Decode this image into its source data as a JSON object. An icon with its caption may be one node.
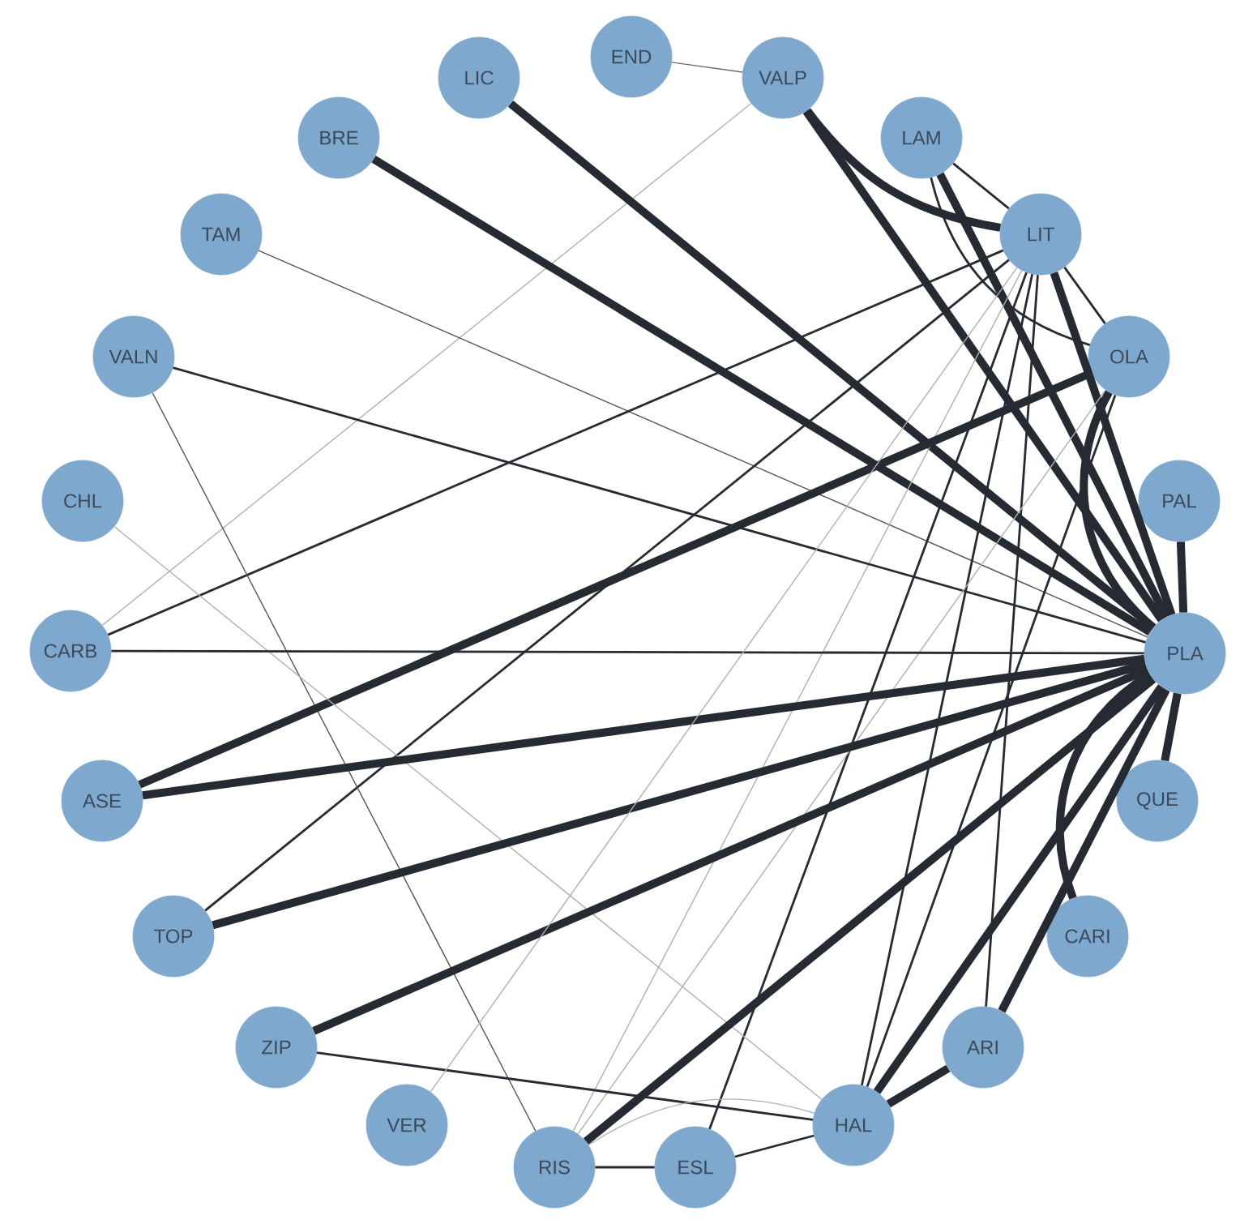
{
  "diagram": {
    "nodes": [
      {
        "text": [
          "END"
        ]
      },
      {
        "text": [
          "VALP"
        ]
      },
      {
        "text": [
          "LIC"
        ]
      },
      {
        "text": [
          "LAM"
        ]
      },
      {
        "text": [
          "BRE"
        ]
      },
      {
        "text": [
          "TAM"
        ]
      },
      {
        "text": [
          "LIT"
        ]
      },
      {
        "text": [
          "VALN"
        ]
      },
      {
        "text": [
          "OLA"
        ]
      },
      {
        "text": [
          "CHL"
        ]
      },
      {
        "text": [
          "PAL"
        ]
      },
      {
        "text": [
          "CARB"
        ]
      },
      {
        "text": [
          "PLA"
        ]
      },
      {
        "text": [
          "ASE"
        ]
      },
      {
        "text": [
          "QUE"
        ]
      },
      {
        "text": [
          "TOP"
        ]
      },
      {
        "text": [
          "CARI"
        ]
      },
      {
        "text": [
          "ZIP"
        ]
      },
      {
        "text": [
          "ARI"
        ]
      },
      {
        "text": [
          "VER"
        ]
      },
      {
        "text": [
          "HAL"
        ]
      },
      {
        "text": [
          "RIS"
        ]
      },
      {
        "text": [
          "ESL"
        ]
      }
    ],
    "edges": [
      {
        "from": 0,
        "to": 1,
        "arrow": "none",
        "color": "#6b6b6b"
      },
      {
        "from": 1,
        "to": 12,
        "arrow": "none",
        "style": "thick"
      },
      {
        "from": 1,
        "to": 6,
        "arrow": "none",
        "style": "thick"
      },
      {
        "from": 1,
        "to": 11,
        "arrow": "none",
        "color": "#b0b0b0"
      },
      {
        "from": 2,
        "to": 12,
        "arrow": "none",
        "style": "thick"
      },
      {
        "from": 3,
        "to": 12,
        "arrow": "none",
        "style": "thick"
      },
      {
        "from": 3,
        "to": 6,
        "arrow": "none"
      },
      {
        "from": 3,
        "to": 8,
        "arrow": "none"
      },
      {
        "from": 4,
        "to": 12,
        "arrow": "none",
        "style": "thick"
      },
      {
        "from": 5,
        "to": 12,
        "arrow": "none",
        "color": "#555555"
      },
      {
        "from": 6,
        "to": 12,
        "arrow": "none",
        "style": "thick"
      },
      {
        "from": 6,
        "to": 8,
        "arrow": "none"
      },
      {
        "from": 6,
        "to": 11,
        "arrow": "none"
      },
      {
        "from": 6,
        "to": 15,
        "arrow": "none"
      },
      {
        "from": 6,
        "to": 20,
        "arrow": "none"
      },
      {
        "from": 6,
        "to": 21,
        "arrow": "none",
        "color": "#b0b0b0"
      },
      {
        "from": 6,
        "to": 22,
        "arrow": "none"
      },
      {
        "from": 6,
        "to": 18,
        "arrow": "none"
      },
      {
        "from": 7,
        "to": 12,
        "arrow": "none"
      },
      {
        "from": 7,
        "to": 21,
        "arrow": "none",
        "color": "#555555"
      },
      {
        "from": 8,
        "to": 12,
        "arrow": "none",
        "style": "thick"
      },
      {
        "from": 8,
        "to": 13,
        "arrow": "none",
        "style": "thick"
      },
      {
        "from": 8,
        "to": 20,
        "arrow": "none"
      },
      {
        "from": 8,
        "to": 21,
        "arrow": "none",
        "color": "#b0b0b0"
      },
      {
        "from": 9,
        "to": 20,
        "arrow": "none",
        "color": "#b0b0b0"
      },
      {
        "from": 10,
        "to": 12,
        "arrow": "none",
        "style": "thick"
      },
      {
        "from": 11,
        "to": 12,
        "arrow": "none"
      },
      {
        "from": 13,
        "to": 12,
        "arrow": "none",
        "style": "thick"
      },
      {
        "from": 14,
        "to": 12,
        "arrow": "none",
        "style": "thick"
      },
      {
        "from": 15,
        "to": 12,
        "arrow": "none",
        "style": "thick"
      },
      {
        "from": 16,
        "to": 12,
        "arrow": "none",
        "style": "thick"
      },
      {
        "from": 17,
        "to": 12,
        "arrow": "none",
        "style": "thick"
      },
      {
        "from": 17,
        "to": 20,
        "arrow": "none"
      },
      {
        "from": 18,
        "to": 12,
        "arrow": "none",
        "style": "thick"
      },
      {
        "from": 18,
        "to": 20,
        "arrow": "none",
        "style": "thick"
      },
      {
        "from": 19,
        "to": 6,
        "arrow": "none",
        "color": "#b0b0b0"
      },
      {
        "from": 20,
        "to": 12,
        "arrow": "none",
        "style": "thick"
      },
      {
        "from": 21,
        "to": 12,
        "arrow": "none",
        "style": "thick"
      },
      {
        "from": 21,
        "to": 22,
        "arrow": "none"
      },
      {
        "from": 21,
        "to": 20,
        "arrow": "none",
        "color": "#b0b0b0"
      },
      {
        "from": 22,
        "to": 20,
        "arrow": "none"
      }
    ]
  }
}
